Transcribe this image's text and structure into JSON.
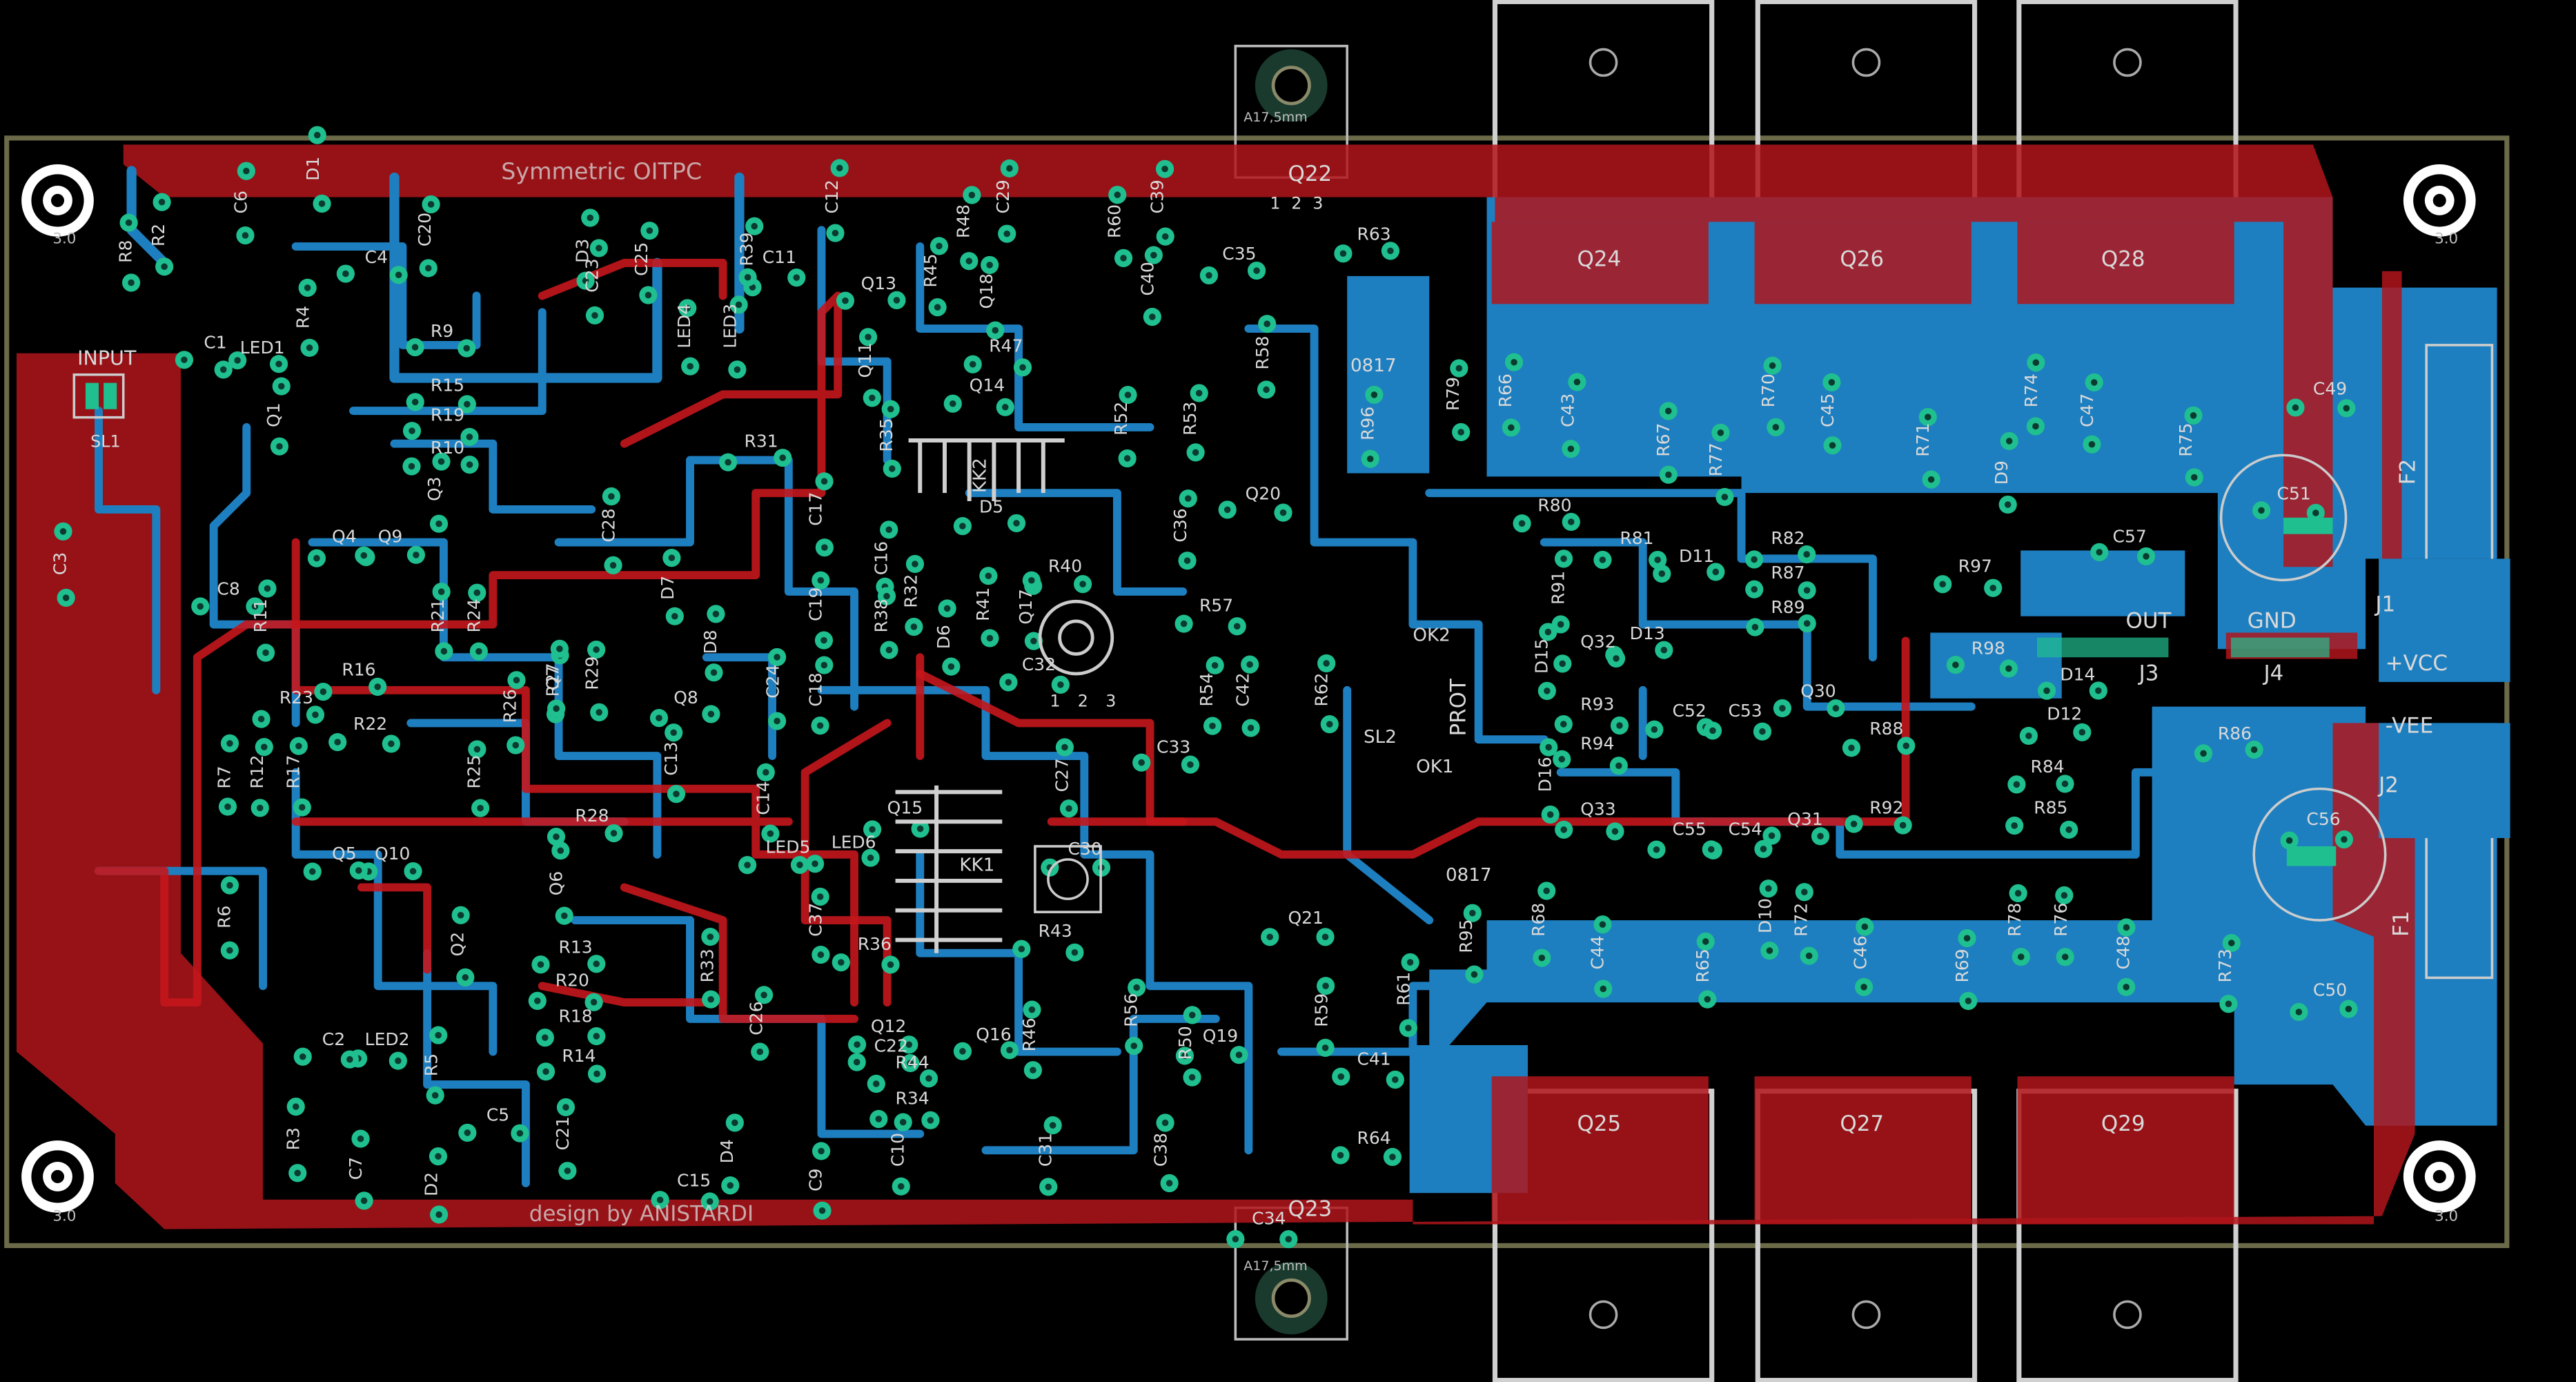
{
  "board": {
    "title": "Symmetric OITPC",
    "credit": "design by ANISTARDI",
    "colors": {
      "background": "#000000",
      "top_copper": "#b0151b",
      "bottom_copper": "#1e7fc0",
      "pads": "#1fbf8f",
      "silkscreen": "#d0d0d0"
    }
  },
  "mounting_holes": [
    "3.0",
    "3.0",
    "3.0",
    "3.0"
  ],
  "tab_labels": [
    "A17,5mm",
    "A17,5mm"
  ],
  "connectors": {
    "input": "INPUT",
    "out": "OUT",
    "gnd": "GND",
    "vcc": "+VCC",
    "vee": "-VEE",
    "j1": "J1",
    "j2": "J2",
    "j3": "J3",
    "j4": "J4",
    "f1": "F1",
    "f2": "F2"
  },
  "power_transistors": {
    "top": [
      "Q24",
      "Q26",
      "Q28"
    ],
    "bottom": [
      "Q25",
      "Q27",
      "Q29"
    ],
    "drivers": [
      "Q22",
      "Q23"
    ]
  },
  "protection": [
    "OK2",
    "OK1",
    "PROT",
    "SL2",
    "SL1"
  ],
  "optos": [
    "0817",
    "0817"
  ],
  "heatsinks": [
    "KK2",
    "KK1"
  ],
  "pin_numbers": [
    "1",
    "2",
    "3",
    "1",
    "2",
    "3"
  ],
  "resistors": [
    "R2",
    "R8",
    "R4",
    "R9",
    "R15",
    "R19",
    "R10",
    "R11",
    "R16",
    "R21",
    "R24",
    "R23",
    "R22",
    "R7",
    "R12",
    "R17",
    "R6",
    "R13",
    "R20",
    "R18",
    "R14",
    "R5",
    "R3",
    "R25",
    "R26",
    "R28",
    "R27",
    "R29",
    "R33",
    "R31",
    "R35",
    "R32",
    "R38",
    "R41",
    "R36",
    "R34",
    "R40",
    "R44",
    "R46",
    "R43",
    "R47",
    "R45",
    "R48",
    "R39",
    "R52",
    "R53",
    "R57",
    "R54",
    "R56",
    "R50",
    "R58",
    "R60",
    "R59",
    "R61",
    "R62",
    "R63",
    "R64",
    "R65",
    "R66",
    "R67",
    "R68",
    "R69",
    "R70",
    "R71",
    "R72",
    "R73",
    "R74",
    "R75",
    "R76",
    "R77",
    "R78",
    "R79",
    "R80",
    "R81",
    "R82",
    "R84",
    "R85",
    "R86",
    "R87",
    "R88",
    "R89",
    "R91",
    "R92",
    "R93",
    "R94",
    "R95",
    "R96",
    "R97",
    "R98"
  ],
  "capacitors": [
    "C1",
    "C2",
    "C3",
    "C4",
    "C5",
    "C6",
    "C7",
    "C8",
    "C9",
    "C10",
    "C11",
    "C12",
    "C13",
    "C14",
    "C15",
    "C16",
    "C17",
    "C18",
    "C19",
    "C20",
    "C21",
    "C22",
    "C23",
    "C24",
    "C25",
    "C26",
    "C27",
    "C28",
    "C29",
    "C30",
    "C31",
    "C32",
    "C33",
    "C34",
    "C35",
    "C36",
    "C37",
    "C38",
    "C39",
    "C40",
    "C41",
    "C42",
    "C43",
    "C44",
    "C45",
    "C46",
    "C47",
    "C48",
    "C49",
    "C50",
    "C51",
    "C52",
    "C53",
    "C54",
    "C55",
    "C56",
    "C57"
  ],
  "diodes": [
    "D1",
    "D2",
    "D3",
    "D4",
    "D5",
    "D6",
    "D7",
    "D8",
    "D9",
    "D10",
    "D11",
    "D12",
    "D13",
    "D14",
    "D15",
    "D16"
  ],
  "transistors": [
    "Q1",
    "Q2",
    "Q3",
    "Q4",
    "Q5",
    "Q6",
    "Q7",
    "Q8",
    "Q9",
    "Q10",
    "Q11",
    "Q12",
    "Q13",
    "Q14",
    "Q15",
    "Q16",
    "Q17",
    "Q18",
    "Q19",
    "Q20",
    "Q21",
    "Q30",
    "Q31",
    "Q32",
    "Q33"
  ],
  "leds": [
    "LED1",
    "LED2",
    "LED3",
    "LED4",
    "LED5",
    "LED6"
  ]
}
